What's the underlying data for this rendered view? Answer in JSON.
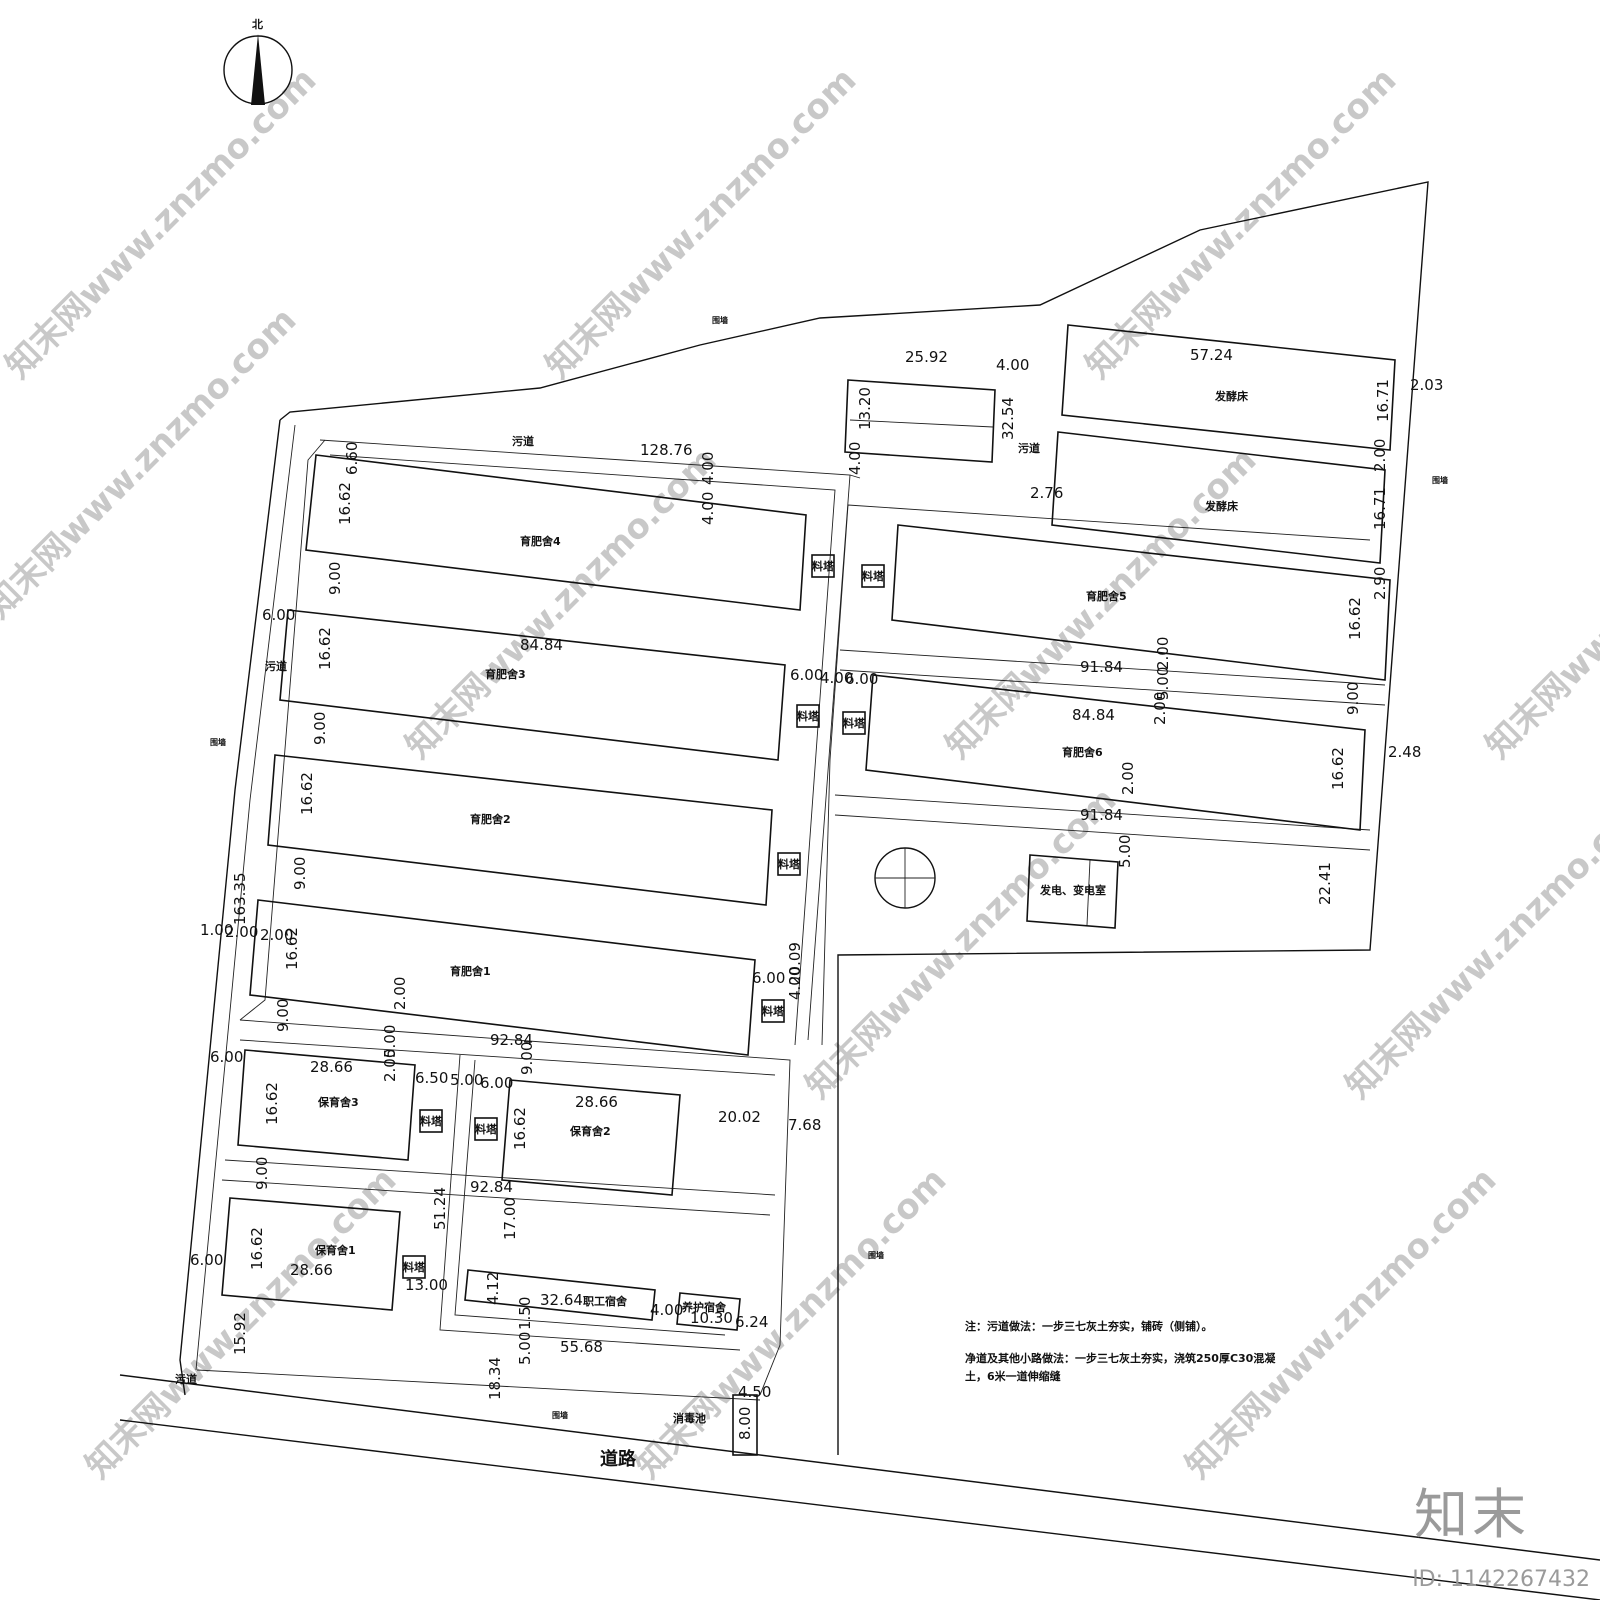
{
  "north_label": "北",
  "road_label": "道路",
  "buildings": {
    "nursery4": "育肥舍4",
    "nursery3": "育肥舍3",
    "nursery2": "育肥舍2",
    "nursery1": "育肥舍1",
    "nursery5": "育肥舍5",
    "nursery6": "育肥舍6",
    "ferment1": "发酵床",
    "ferment2": "发酵床",
    "care3": "保育舍3",
    "care2": "保育舍2",
    "care1": "保育舍1",
    "staff_dorm": "职工宿舍",
    "guard_dorm": "养护宿舍",
    "disinfect": "消毒池",
    "power_room": "发电、变电室",
    "feed_tower": "料塔"
  },
  "path_labels": {
    "dirty_road": "污道",
    "wall": "围墙"
  },
  "dims": {
    "d_25_92": "25.92",
    "d_4_00a": "4.00",
    "d_57_24": "57.24",
    "d_2_03": "2.03",
    "d_13_20": "13.20",
    "d_32_54": "32.54",
    "d_16_71a": "16.71",
    "d_2_00a": "2.00",
    "d_16_71b": "16.71",
    "d_2_76": "2.76",
    "d_6_60": "6.60",
    "d_128_76": "128.76",
    "d_4_00b": "4.00",
    "d_4_00c": "4.00",
    "d_4_00d": "4.00",
    "d_16_62a": "16.62",
    "d_9_00a": "9.00",
    "d_6_00a": "6.00",
    "d_84_84a": "84.84",
    "d_16_62b": "16.62",
    "d_6_00b": "6.00",
    "d_4_00e": "4.00",
    "d_6_00c": "6.00",
    "d_2_90": "2.90",
    "d_16_62c": "16.62",
    "d_2_00b": "2.00",
    "d_91_84a": "91.84",
    "d_5_00a": "5.00",
    "d_2_00c": "2.00",
    "d_84_84b": "84.84",
    "d_9_00b": "9.00",
    "d_2_48": "2.48",
    "d_16_62d": "16.62",
    "d_2_00d": "2.00",
    "d_91_84b": "91.84",
    "d_5_00b": "5.00",
    "d_22_41": "22.41",
    "d_9_00c": "9.00",
    "d_16_62e": "16.62",
    "d_9_00d": "9.00",
    "d_163_35": "163.35",
    "d_1_00": "1.00",
    "d_2_00e": "2.00",
    "d_2_00f": "2.00",
    "d_16_62f": "16.62",
    "d_6_00d": "6.00",
    "d_20_09": "20.09",
    "d_4_00f": "4.00",
    "d_2_00g": "2.00",
    "d_9_00e": "9.00",
    "d_5_00c": "5.00",
    "d_92_84a": "92.84",
    "d_6_00e": "6.00",
    "d_28_66a": "28.66",
    "d_2_00h": "2.00",
    "d_6_50": "6.50",
    "d_5_00d": "5.00",
    "d_6_00f": "6.00",
    "d_9_00f": "9.00",
    "d_28_66b": "28.66",
    "d_20_02": "20.02",
    "d_7_68": "7.68",
    "d_16_62g": "16.62",
    "d_16_62h": "16.62",
    "d_9_00g": "9.00",
    "d_92_84b": "92.84",
    "d_51_24": "51.24",
    "d_17_00": "17.00",
    "d_16_62i": "16.62",
    "d_6_00g": "6.00",
    "d_28_66c": "28.66",
    "d_13_00": "13.00",
    "d_4_12": "4.12",
    "d_32_64": "32.64",
    "d_4_00g": "4.00",
    "d_10_30": "10.30",
    "d_6_24": "6.24",
    "d_15_92": "15.92",
    "d_1_50": "1.50",
    "d_5_00e": "5.00",
    "d_55_68": "55.68",
    "d_18_34": "18.34",
    "d_4_50": "4.50",
    "d_8_00": "8.00"
  },
  "notes": {
    "note1": "注：污道做法：一步三七灰土夯实，铺砖（侧铺）。",
    "note2": "净道及其他小路做法：一步三七灰土夯实，浇筑250厚C30混凝土，6米一道伸缩缝"
  },
  "watermark": "知末网www.znzmo.com",
  "brand": "知末",
  "brand_id": "ID: 1142267432"
}
